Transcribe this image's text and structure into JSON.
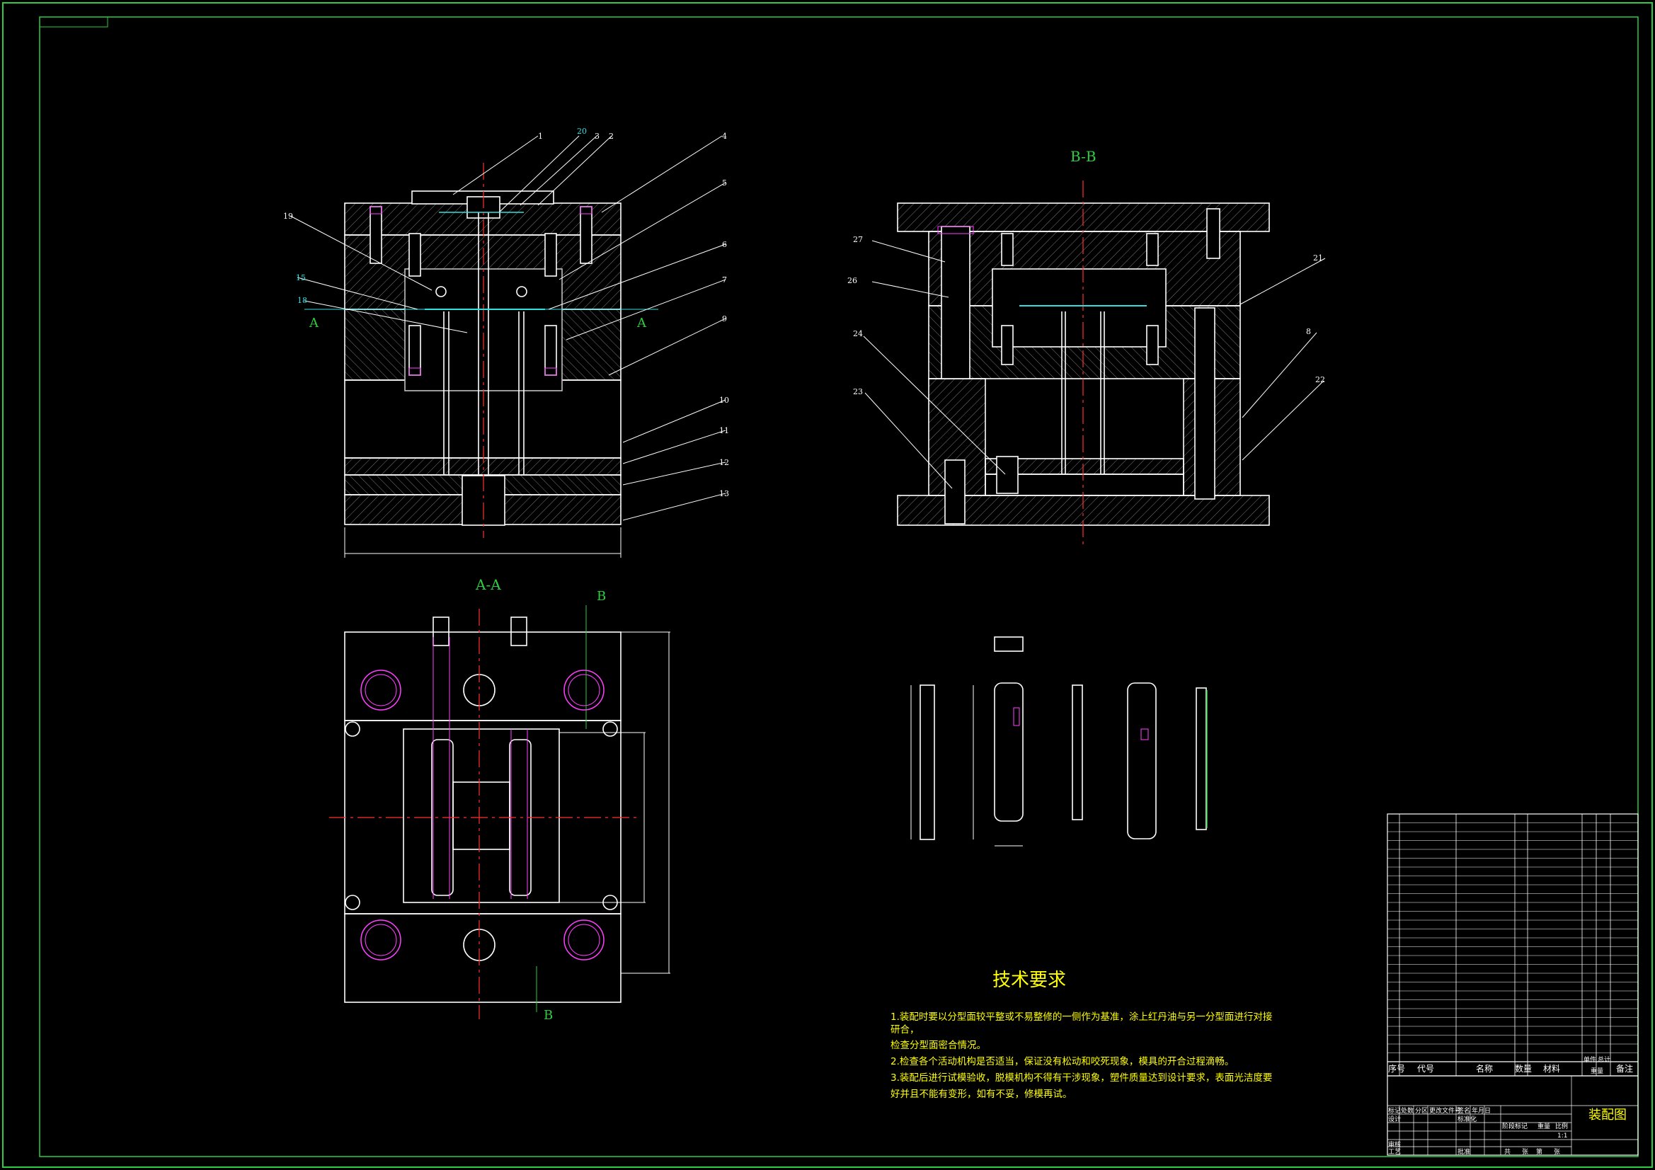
{
  "drawing": {
    "title": "装配图",
    "views": {
      "section_aa": "A-A",
      "section_bb": "B-B",
      "cut_b_top": "B",
      "cut_b_bottom": "B",
      "cut_a_left": "A",
      "cut_a_right": "A"
    },
    "front_balloons": [
      "1",
      "20",
      "3",
      "2",
      "4",
      "5",
      "6",
      "7",
      "9",
      "10",
      "11",
      "12",
      "13",
      "19",
      "15",
      "18"
    ],
    "bb_balloons": [
      "27",
      "26",
      "24",
      "23",
      "21",
      "8",
      "22"
    ],
    "tech_req": {
      "heading": "技术要求",
      "lines": [
        "1.装配时要以分型面较平整或不易整修的一侧作为基准，涂上红丹油与另一分型面进行对接",
        "研合，",
        "检查分型面密合情况。",
        "2.检查各个活动机构是否适当，保证没有松动和咬死现象，模具的开合过程滴畅。",
        "3.装配后进行试模验收，脱模机构不得有干涉现象，塑件质量达到设计要求，表面光洁度要",
        "好并且不能有变形，如有不妥，修模再试。"
      ]
    },
    "bom_header": [
      "序号",
      "代号",
      "名称",
      "数量",
      "材料",
      "单件",
      "总计",
      "备注"
    ],
    "bom_weight": "重量",
    "title_block": {
      "row1": [
        "标记",
        "处数",
        "分区",
        "更改文件号",
        "签名",
        "年月日"
      ],
      "row2": [
        "设计",
        "",
        "标准化",
        ""
      ],
      "row3": [
        "审核",
        "",
        "",
        "",
        ""
      ],
      "row4": [
        "工艺",
        "",
        "批准",
        ""
      ],
      "stage": [
        "阶段标记",
        "重量",
        "比例"
      ],
      "scale": "1:1",
      "sheets": [
        "共",
        "张",
        "第",
        "张"
      ],
      "name": "装配图"
    }
  }
}
